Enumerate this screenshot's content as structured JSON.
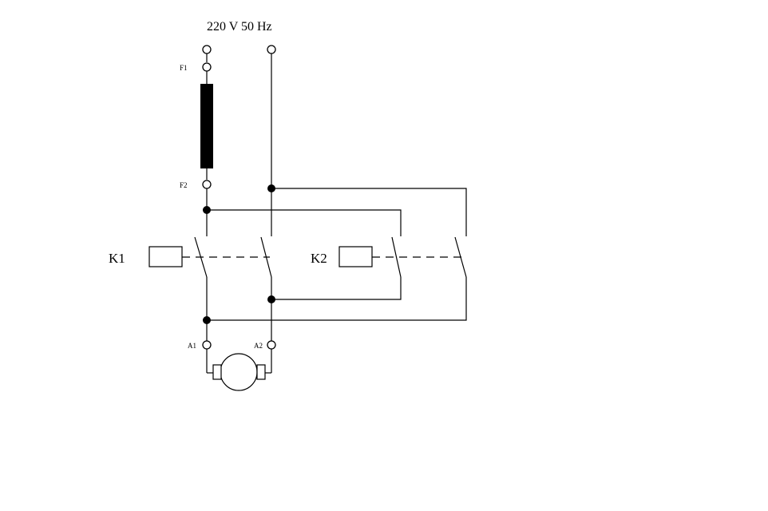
{
  "supply": {
    "label": "220 V 50 Hz"
  },
  "field": {
    "top_label": "F1",
    "bottom_label": "F2"
  },
  "contactors": [
    {
      "label": "K1"
    },
    {
      "label": "K2"
    }
  ],
  "motor": {
    "terminal_a1": "A1",
    "terminal_a2": "A2"
  }
}
